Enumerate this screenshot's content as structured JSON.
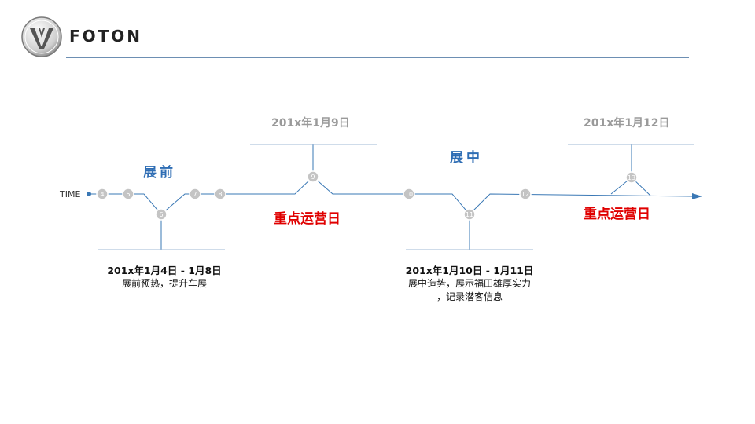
{
  "brand": {
    "name": "FOTON",
    "logo_icon": "foton-chevron-logo"
  },
  "timeline": {
    "axis_label": "TIME",
    "nodes": [
      "4",
      "5",
      "6",
      "7",
      "8",
      "9",
      "10",
      "11",
      "12",
      "13"
    ],
    "phases": [
      {
        "label": "展前"
      },
      {
        "label": "展中"
      }
    ],
    "top_dates": [
      "201x年1月9日",
      "201x年1月12日"
    ],
    "key_days": [
      "重点运营日",
      "重点运营日"
    ],
    "descriptions": [
      {
        "date": "201x年1月4日 - 1月8日",
        "lines": [
          "展前预热，提升车展"
        ]
      },
      {
        "date": "201x年1月10日 - 1月11日",
        "lines": [
          "展中造势，展示福田雄厚实力",
          "，记录潜客信息"
        ]
      }
    ]
  },
  "colors": {
    "line": "#3a78b5",
    "node": "#c4c4c4",
    "phase": "#2e6db4",
    "key": "#e00000",
    "muted": "#9a9a9a"
  }
}
